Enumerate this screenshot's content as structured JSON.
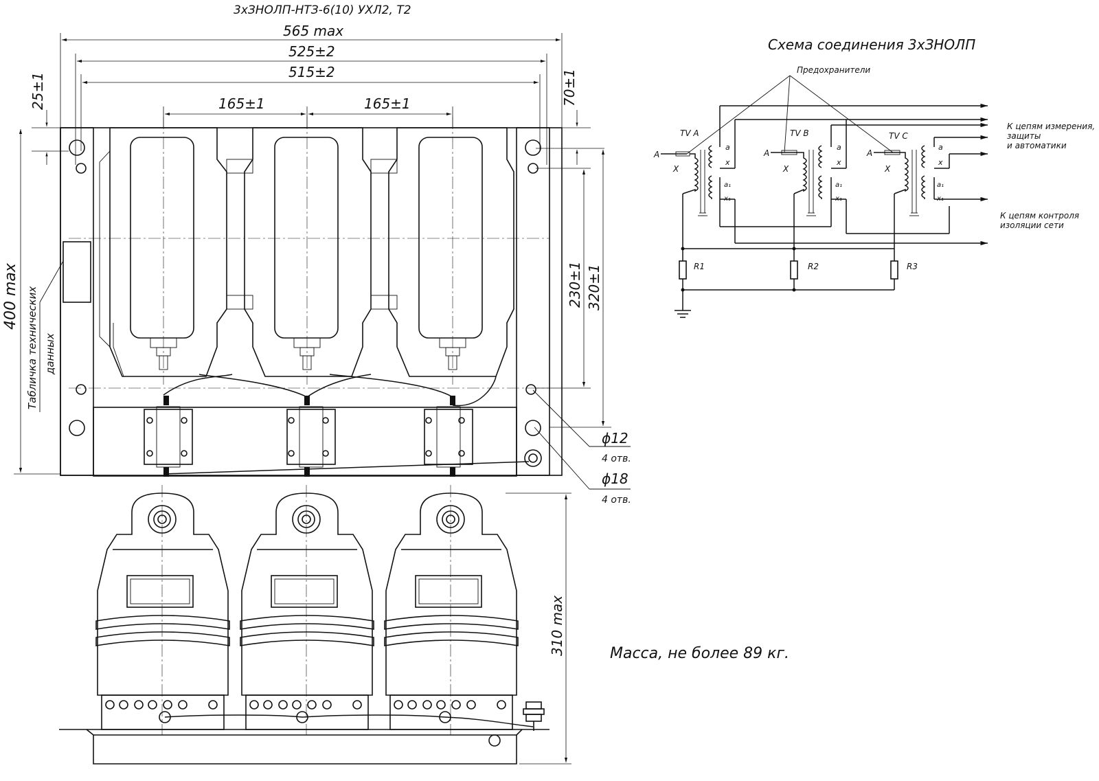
{
  "drawing": {
    "title": "3хЗНОЛП-НТЗ-6(10) УХЛ2, Т2",
    "mass_note": "Масса, не более 89 кг."
  },
  "dimensions": {
    "overall_width": "565 max",
    "base_width": "525±2",
    "hole_spacing": "515±2",
    "pitch_left": "165±1",
    "pitch_right": "165±1",
    "top_offset": "25±1",
    "side_offset": "70±1",
    "overall_height": "400 max",
    "mid_height": "230±1",
    "hole_height": "320±1",
    "side_height": "310 max",
    "hole_small": "ϕ12",
    "hole_small_qty": "4 отв.",
    "hole_large": "ϕ18",
    "hole_large_qty": "4 отв.",
    "plate_label_line1": "Табличка технических",
    "plate_label_line2": "данных"
  },
  "schematic": {
    "title": "Схема соединения 3хЗНОЛП",
    "fuses_label": "Предохранители",
    "phases": [
      "TV A",
      "TV B",
      "TV C"
    ],
    "primary_a": "A",
    "primary_x": "X",
    "sec_a": "a",
    "sec_x": "x",
    "sec_a1": "a₁",
    "sec_x1": "x₁",
    "resistors": [
      "R1",
      "R2",
      "R3"
    ],
    "out1_line1": "К цепям измерения,",
    "out1_line2": "защиты",
    "out1_line3": "и автоматики",
    "out2_line1": "К цепям контроля",
    "out2_line2": "изоляции сети"
  }
}
